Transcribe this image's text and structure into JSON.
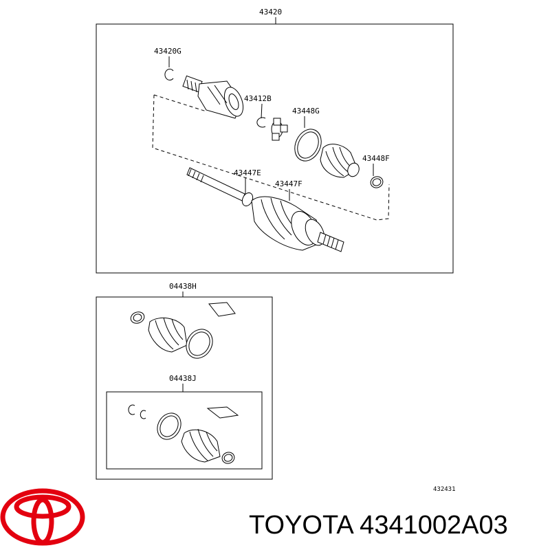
{
  "labels": {
    "assembly": "43420",
    "snap_ring": "43420G",
    "tripod_ring": "43412B",
    "boot_clamp_large": "43448G",
    "boot_clamp_small": "43448F",
    "shaft_clamp_e": "43447E",
    "shaft_clamp_f": "43447F",
    "boot_kit_h": "04438H",
    "boot_kit_j": "04438J",
    "diagram_number": "432431"
  },
  "brand": {
    "logo_color": "#e3000f",
    "text": "TOYOTA 4341002A03"
  }
}
